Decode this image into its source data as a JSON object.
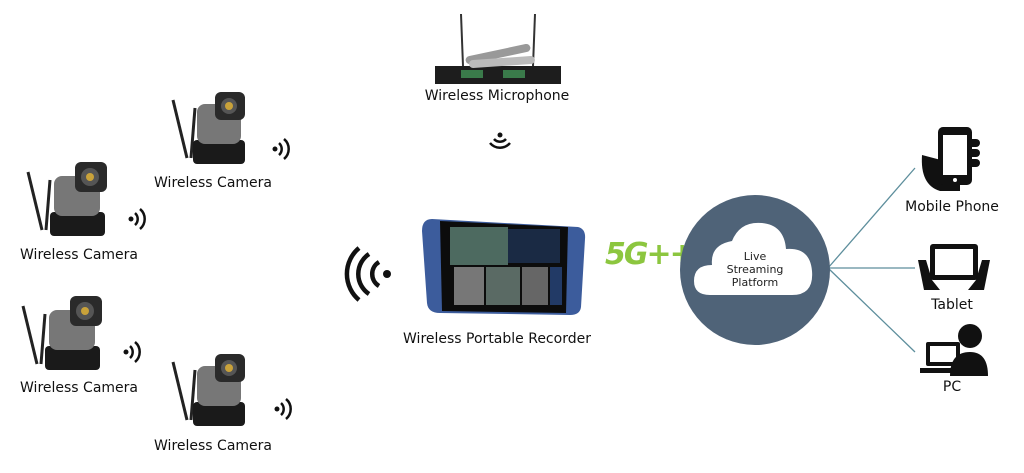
{
  "labels": {
    "camera": "Wireless Camera",
    "microphone": "Wireless Microphone",
    "recorder": "Wireless Portable Recorder",
    "network": "5G++",
    "cloud_line1": "Live",
    "cloud_line2": "Streaming",
    "cloud_line3": "Platform",
    "mobile": "Mobile Phone",
    "tablet": "Tablet",
    "pc": "PC"
  },
  "colors": {
    "circle": "#4f6378",
    "line": "#5d8e9c",
    "green": "#8cc63f",
    "blue": "#3a5a9a"
  }
}
